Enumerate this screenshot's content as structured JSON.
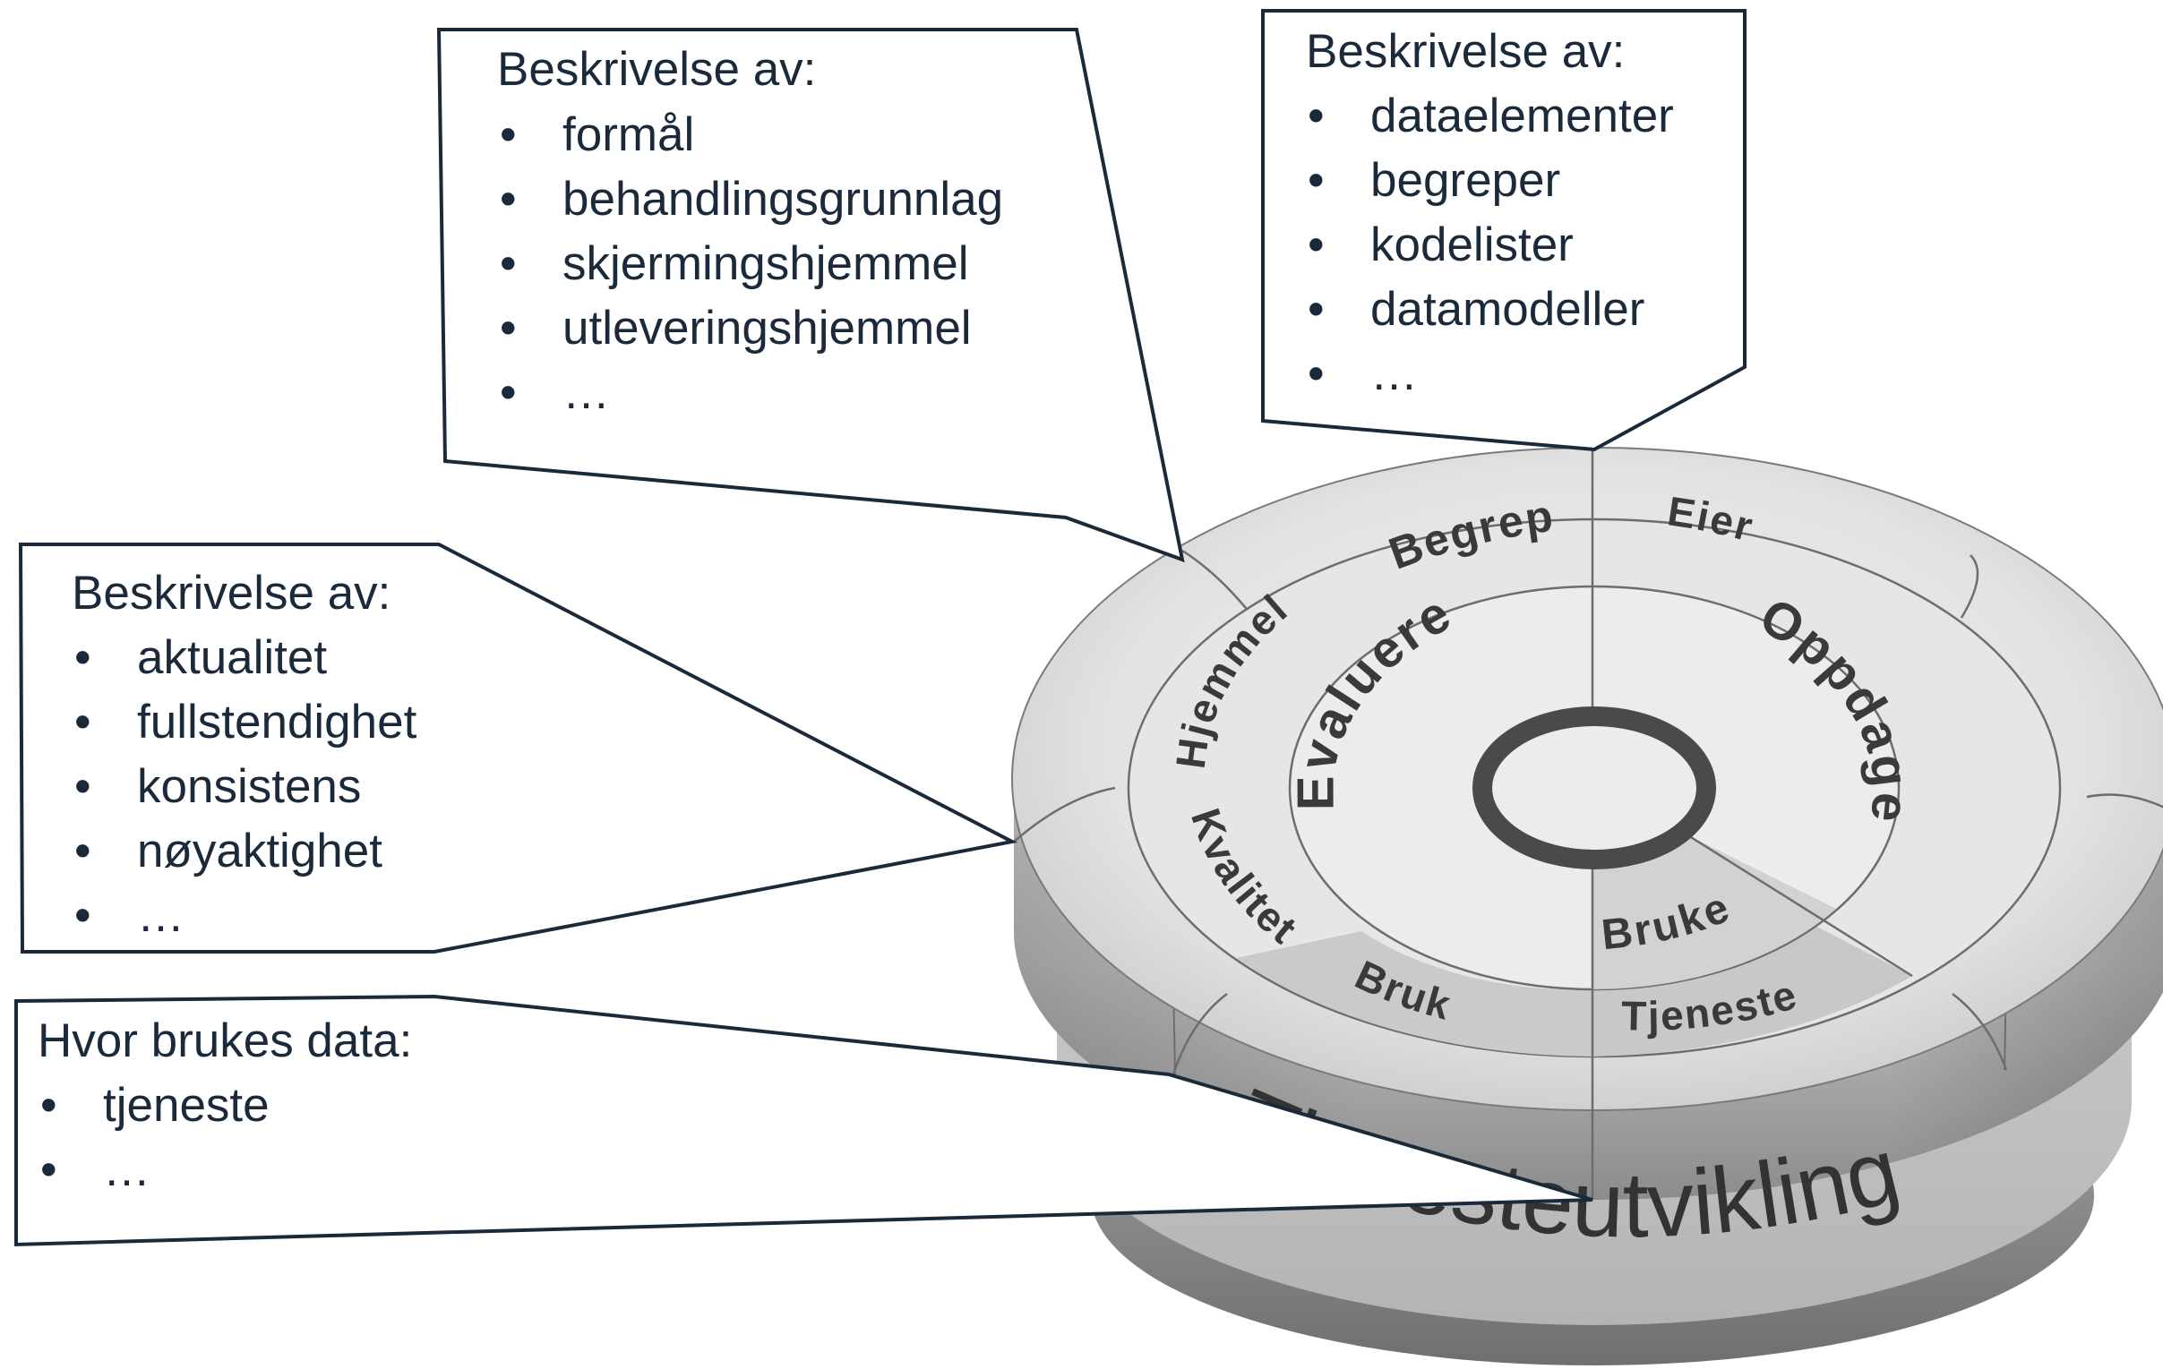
{
  "colors": {
    "callout_stroke": "#1b2a3a",
    "text": "#1b2a3a",
    "puck_light": "#e9e9e9",
    "puck_mid": "#cfcfcf",
    "puck_dark": "#8f8f8f",
    "ring_dark": "#4a4a4a"
  },
  "callouts": [
    {
      "id": "purpose",
      "heading": "Beskrivelse av:",
      "bullets": [
        "formål",
        "behandlingsgrunnlag",
        "skjermingshjemmel",
        "utleveringshjemmel",
        "…"
      ]
    },
    {
      "id": "data",
      "heading": "Beskrivelse av:",
      "bullets": [
        "dataelementer",
        "begreper",
        "kodelister",
        "datamodeller",
        "…"
      ]
    },
    {
      "id": "quality",
      "heading": "Beskrivelse av:",
      "bullets": [
        "aktualitet",
        "fullstendighet",
        "konsistens",
        "nøyaktighet",
        "…"
      ]
    },
    {
      "id": "usage",
      "heading": "Hvor brukes data:",
      "bullets": [
        "tjeneste",
        "…"
      ]
    }
  ],
  "bullet_glyph": "•",
  "puck": {
    "outer_segments": [
      "Begrep",
      "Eier",
      "Hjemmel",
      "Kvalitet",
      "Bruk",
      "Tjeneste"
    ],
    "inner_phases": [
      "Evaluere",
      "Oppdage",
      "Bruke"
    ],
    "band_label": "Tjenesteutvikling"
  }
}
